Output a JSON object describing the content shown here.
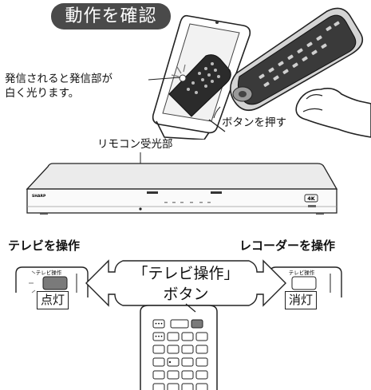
{
  "title": "動作を確認",
  "emit_note": {
    "line1": "発信されると発信部が",
    "line2": "白く光ります。"
  },
  "press_label": "ボタンを押す",
  "receiver_label": "リモコン受光部",
  "recorder": {
    "brand": "SHARP",
    "badge": "4K"
  },
  "left_header": "テレビを操作",
  "right_header": "レコーダーを操作",
  "tv_op_small": "テレビ操作",
  "lit_label": "点灯",
  "unlit_label": "消灯",
  "center_button": {
    "line1": "「テレビ操作」",
    "line2": "ボタン"
  }
}
